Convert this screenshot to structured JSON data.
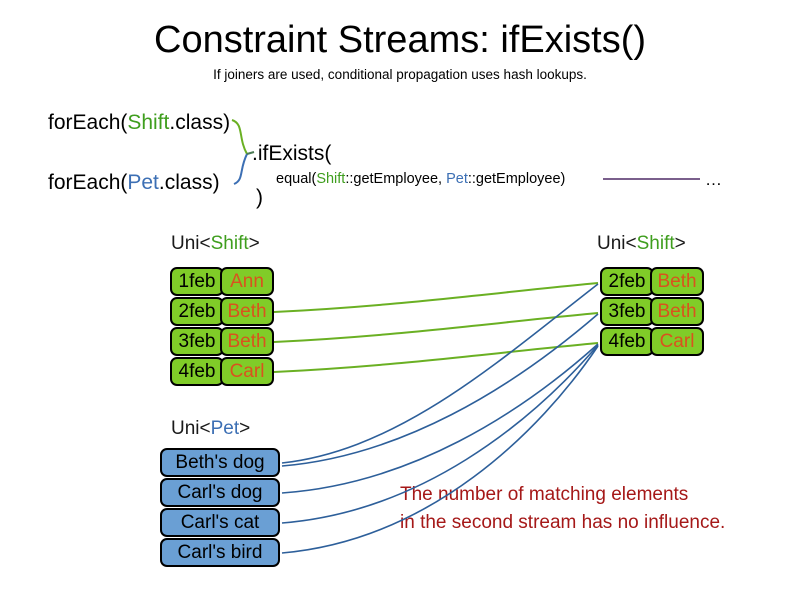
{
  "header": {
    "title": "Constraint Streams: ifExists()",
    "subtitle": "If joiners are used, conditional propagation uses hash lookups."
  },
  "code": {
    "foreach_shift_prefix": "forEach(",
    "foreach_shift_type": "Shift",
    "foreach_shift_suffix": ".class)",
    "foreach_pet_prefix": "forEach(",
    "foreach_pet_type": "Pet",
    "foreach_pet_suffix": ".class)",
    "ifexists_open": ".ifExists(",
    "equal_prefix": "equal(",
    "equal_shift_type": "Shift",
    "equal_shift_ref": "::getEmployee, ",
    "equal_pet_type": "Pet",
    "equal_pet_ref": "::getEmployee)",
    "close_paren": ")",
    "ellipsis": "…"
  },
  "streams": {
    "left_shift": {
      "label_prefix": "Uni<",
      "label_type": "Shift",
      "label_suffix": ">",
      "rows": [
        {
          "date": "1feb",
          "name": "Ann"
        },
        {
          "date": "2feb",
          "name": "Beth"
        },
        {
          "date": "3feb",
          "name": "Beth"
        },
        {
          "date": "4feb",
          "name": "Carl"
        }
      ]
    },
    "right_shift": {
      "label_prefix": "Uni<",
      "label_type": "Shift",
      "label_suffix": ">",
      "rows": [
        {
          "date": "2feb",
          "name": "Beth"
        },
        {
          "date": "3feb",
          "name": "Beth"
        },
        {
          "date": "4feb",
          "name": "Carl"
        }
      ]
    },
    "left_pet": {
      "label_prefix": "Uni<",
      "label_type": "Pet",
      "label_suffix": ">",
      "rows": [
        {
          "name": "Beth's dog"
        },
        {
          "name": "Carl's dog"
        },
        {
          "name": "Carl's cat"
        },
        {
          "name": "Carl's bird"
        }
      ]
    }
  },
  "annotation": {
    "line1": "The number of matching elements",
    "line2": "in the second stream has no influence."
  },
  "colors": {
    "shift_green": "#80cc28",
    "shift_green_text": "#3f9e1e",
    "pet_blue": "#6a9fd4",
    "pet_blue_text": "#3c6fb4",
    "name_orange": "#d9531e",
    "annotation_red": "#a51818",
    "connector_green": "#6ab023",
    "connector_blue": "#2d5f9a",
    "rule_purple": "#7a5f8c"
  }
}
